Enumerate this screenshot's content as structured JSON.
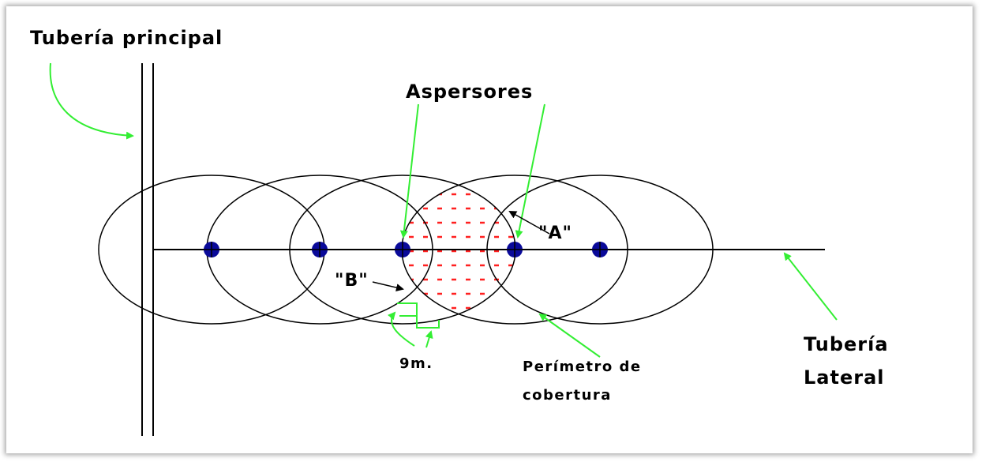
{
  "diagram": {
    "labels": {
      "main_pipe": "Tubería principal",
      "sprinklers": "Aspersores",
      "point_a": "\"A\"",
      "point_b": "\"B\"",
      "spacing": "9m.",
      "coverage_line1": "Perímetro de",
      "coverage_line2": "cobertura",
      "lateral_line1": "Tubería",
      "lateral_line2": "Lateral"
    },
    "colors": {
      "line": "#000000",
      "arrow": "#33ee33",
      "sprinkler": "#0a0a9a",
      "hatch": "#ff2020"
    }
  }
}
